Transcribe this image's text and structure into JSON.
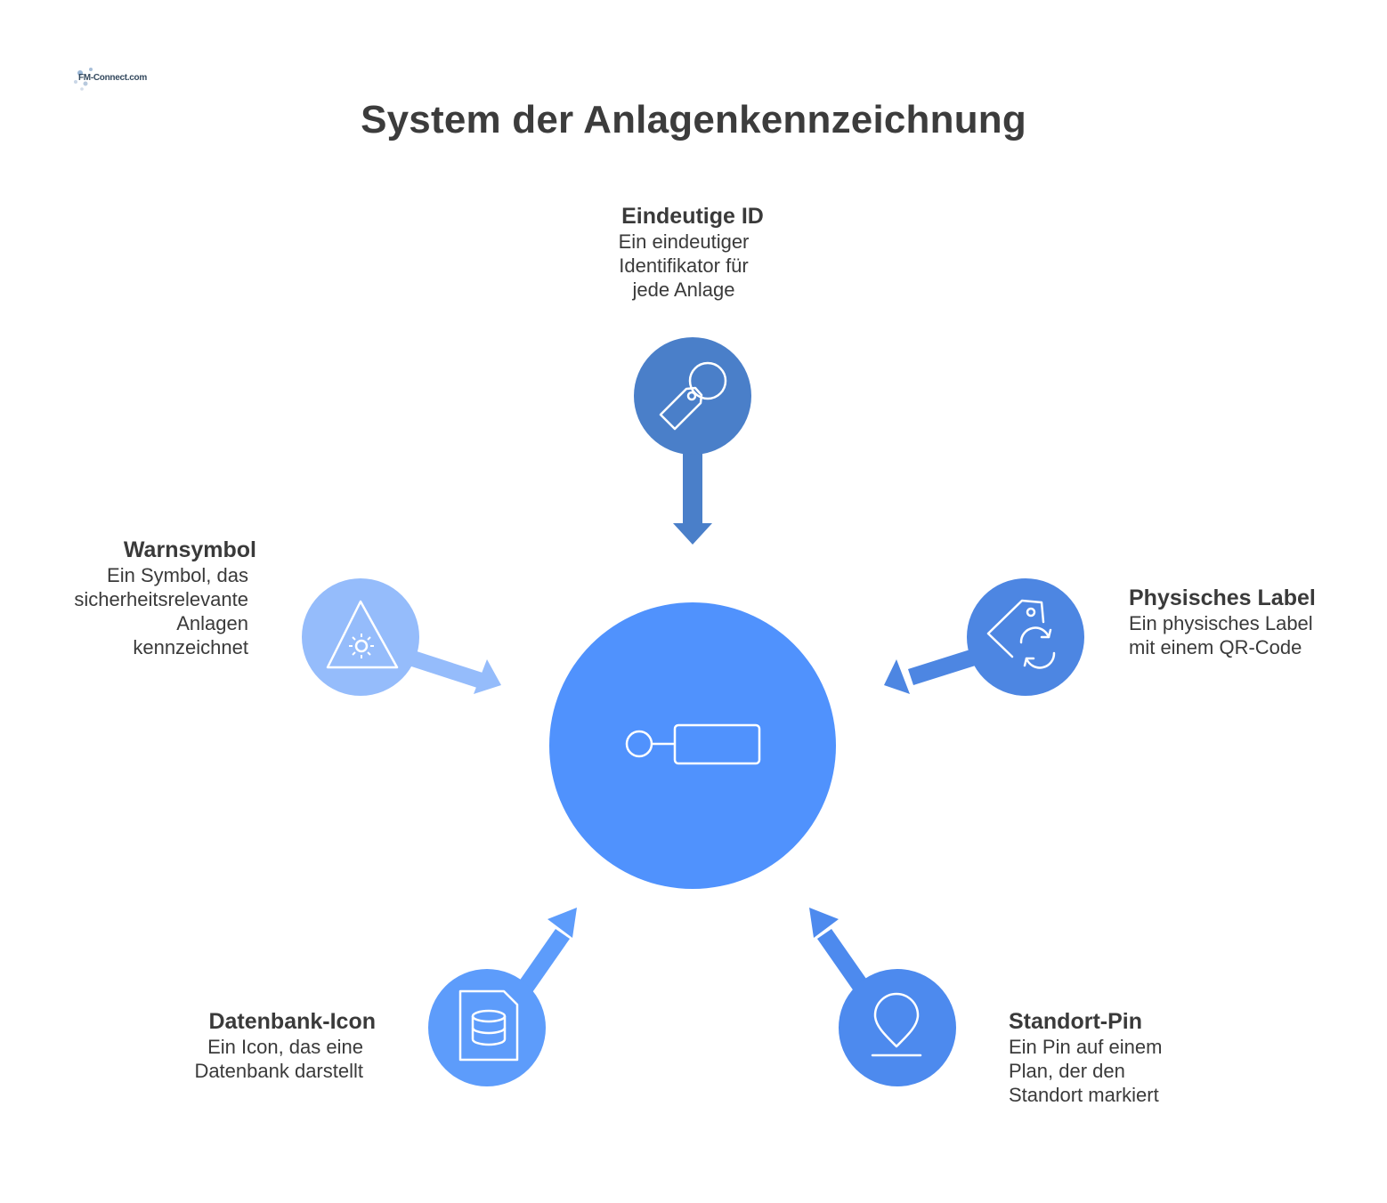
{
  "logo_text": "FM-Connect.com",
  "title": "System der Anlagenkennzeichnung",
  "colors": {
    "center": "#5092fd",
    "top": "#4a7fc9",
    "left": "#95bcfb",
    "right": "#4d86e2",
    "bottom_left": "#5d9cfb",
    "bottom_right": "#4d8aee"
  },
  "center": {
    "icon": "key-tag-icon"
  },
  "nodes": {
    "top": {
      "title": "Eindeutige ID",
      "desc": "Ein eindeutiger\nIdentifikator für\njede Anlage",
      "icon": "tag-icon"
    },
    "left": {
      "title": "Warnsymbol",
      "desc": "Ein Symbol, das\nsicherheitsrelevante\nAnlagen\nkennzeichnet",
      "icon": "warning-icon"
    },
    "right": {
      "title": "Physisches Label",
      "desc": "Ein physisches Label\nmit einem QR-Code",
      "icon": "label-refresh-icon"
    },
    "bottom_left": {
      "title": "Datenbank-Icon",
      "desc": "Ein Icon, das eine\nDatenbank darstellt",
      "icon": "database-file-icon"
    },
    "bottom_right": {
      "title": "Standort-Pin",
      "desc": "Ein Pin auf einem\nPlan, der den\nStandort markiert",
      "icon": "location-pin-icon"
    }
  }
}
